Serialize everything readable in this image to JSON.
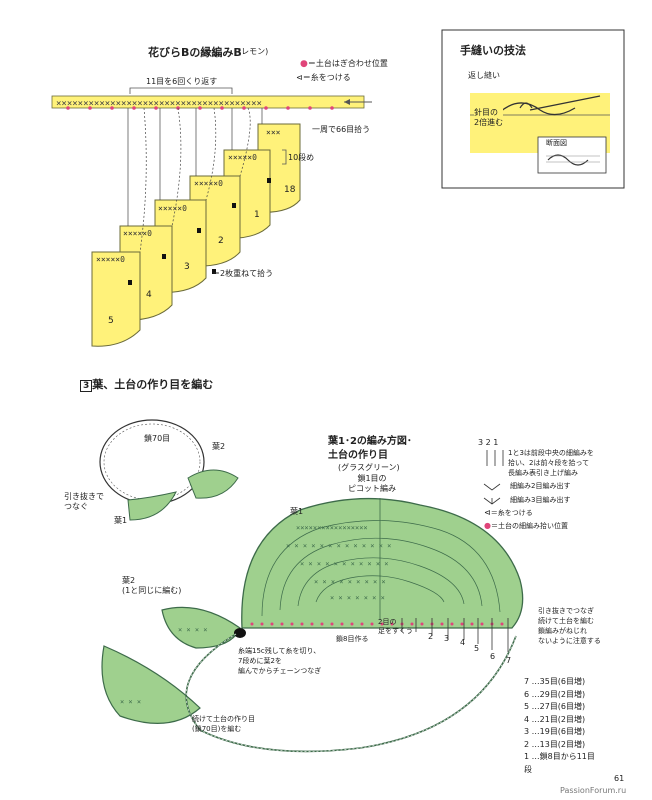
{
  "petal": {
    "title": "花びらBの縁編みB",
    "title_note": "(レモン)",
    "legend_dot": "＝土台はぎ合わせ位置",
    "legend_arrow": "＝糸をつける",
    "repeat_label": "11目を6回くり返す",
    "round_label": "一周で66目拾う",
    "rows_label": "10段め",
    "double_pickup": "＝2枚重ねて拾う",
    "nums": [
      "18",
      "1",
      "2",
      "3",
      "4",
      "5"
    ],
    "chain_marks": [
      "×××",
      "×××××0",
      "×××××0",
      "×××××0",
      "×××××0",
      "×××××0"
    ],
    "colors": {
      "yellow": "#fff27a",
      "outline": "#6b6b3a",
      "red": "#e0457a"
    }
  },
  "technique": {
    "title": "手縫いの技法",
    "subtitle": "返し縫い",
    "needle_label": "針目の\n2倍進む",
    "section_label": "断面図"
  },
  "section3": {
    "num": "3",
    "title": "葉、土台の作り目を編む",
    "ring_label": "鎖70目",
    "leaf2": "葉2",
    "leaf1": "葉1",
    "pull_label": "引き抜きで\nつなぐ"
  },
  "leaf_chart": {
    "title_line1": "葉1･2の編み方図･",
    "title_line2": "土台の作り目",
    "color_note": "(グラスグリーン)",
    "picot_label": "鎖1目の\nピコット編み",
    "leaf1": "葉1",
    "leaf2_label": "葉2\n(1と同じに編む)",
    "symbols": {
      "sym1": "1と3は前段中央の細編みを\n拾い、2は前々段を拾って\n長編み表引き上げ編み",
      "sym2": "細編み2目編み出す",
      "sym3": "細編み3目編み出す",
      "sym4": "＝糸をつける",
      "sym5": "＝土台の細編み拾い位置",
      "equals": "＝"
    },
    "foot_note": "2目の\n足をすくう",
    "chain8": "鎖8目作る",
    "thread_note": "糸端15c残して糸を切り、\n7段めに葉2を\n編んでからチェーンつなぎ",
    "base_note": "続けて土台の作り目\n(鎖70目)を編む",
    "right_note": "引き抜きでつなぎ\n続けて土台を編む\n鎖編みがねじれ\nないように注意する",
    "row_numbers": [
      "2",
      "3",
      "4",
      "5",
      "6",
      "7"
    ],
    "row_table": [
      "7 …35目(6目増)",
      "6 …29目(2目増)",
      "5 …27目(6目増)",
      "4 …21目(2目増)",
      "3 …19目(6目増)",
      "2 …13目(2目増)",
      "1 …鎖8目から11目"
    ],
    "row_table_unit": "段",
    "colors": {
      "green": "#9fd08e",
      "green_dark": "#3d6b4a",
      "pink": "#e0457a"
    }
  },
  "page_number": "61",
  "watermark": "PassionForum.ru"
}
